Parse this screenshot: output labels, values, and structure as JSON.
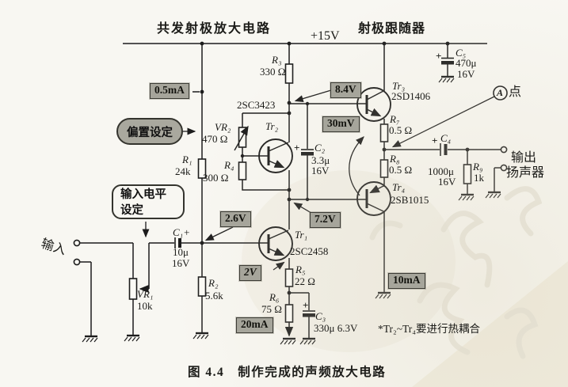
{
  "headers": {
    "left_block": "共发射极放大电路",
    "right_block": "射极跟随器",
    "supply": "+15V"
  },
  "bubbles": {
    "bias": "偏置设定",
    "input_level_line1": "输入电平",
    "input_level_line2": "设定"
  },
  "badges": {
    "i_r1": "0.5mA",
    "v_tr2_collector": "8.4V",
    "v_mid": "30mV",
    "v_tr1_base": "2.6V",
    "v_tr1_collector": "7.2V",
    "v_tr1_emitter": "2V",
    "i_tr1": "20mA",
    "i_out": "10mA"
  },
  "point_a": {
    "letter": "A",
    "suffix": "点"
  },
  "io": {
    "input": "输入",
    "output": "输出",
    "speaker": "扬声器"
  },
  "transistors": {
    "tr1": {
      "ref": "Tr₁",
      "part": "2SC2458"
    },
    "tr2": {
      "ref": "Tr₂",
      "part": "2SC3423"
    },
    "tr3": {
      "ref": "Tr₃",
      "part": "2SD1406"
    },
    "tr4": {
      "ref": "Tr₄",
      "part": "2SB1015"
    }
  },
  "resistors": {
    "r1": {
      "ref": "R₁",
      "value": "24k"
    },
    "r2": {
      "ref": "R₂",
      "value": "5.6k"
    },
    "r3": {
      "ref": "R₃",
      "value": "330 Ω"
    },
    "r4": {
      "ref": "R₄",
      "value": "300 Ω"
    },
    "r5": {
      "ref": "R₅",
      "value": "22 Ω"
    },
    "r6": {
      "ref": "R₆",
      "value": "75 Ω"
    },
    "r7": {
      "ref": "R₇",
      "value": "0.5 Ω"
    },
    "r8": {
      "ref": "R₈",
      "value": "0.5 Ω"
    },
    "r9": {
      "ref": "R₉",
      "value": "1k"
    },
    "vr1": {
      "ref": "VR₁",
      "value": "10k"
    },
    "vr2": {
      "ref": "VR₂",
      "value": "470 Ω"
    }
  },
  "capacitors": {
    "c1": {
      "ref": "C₁+",
      "value1": "10μ",
      "value2": "16V"
    },
    "c2": {
      "ref": "C₂",
      "value1": "3.3μ",
      "value2": "16V",
      "polarity": "+"
    },
    "c3": {
      "ref": "C₃",
      "value": "330μ 6.3V",
      "polarity": "+"
    },
    "c4": {
      "ref": "C₄",
      "value1": "1000μ",
      "value2": "16V",
      "polarity": "+"
    },
    "c5": {
      "ref": "C₅",
      "value1": "470μ",
      "value2": "16V",
      "polarity": "+"
    }
  },
  "note": "*Tr₂~Tr₄要进行热耦合",
  "caption": "图 4.4　制作完成的声频放大电路"
}
